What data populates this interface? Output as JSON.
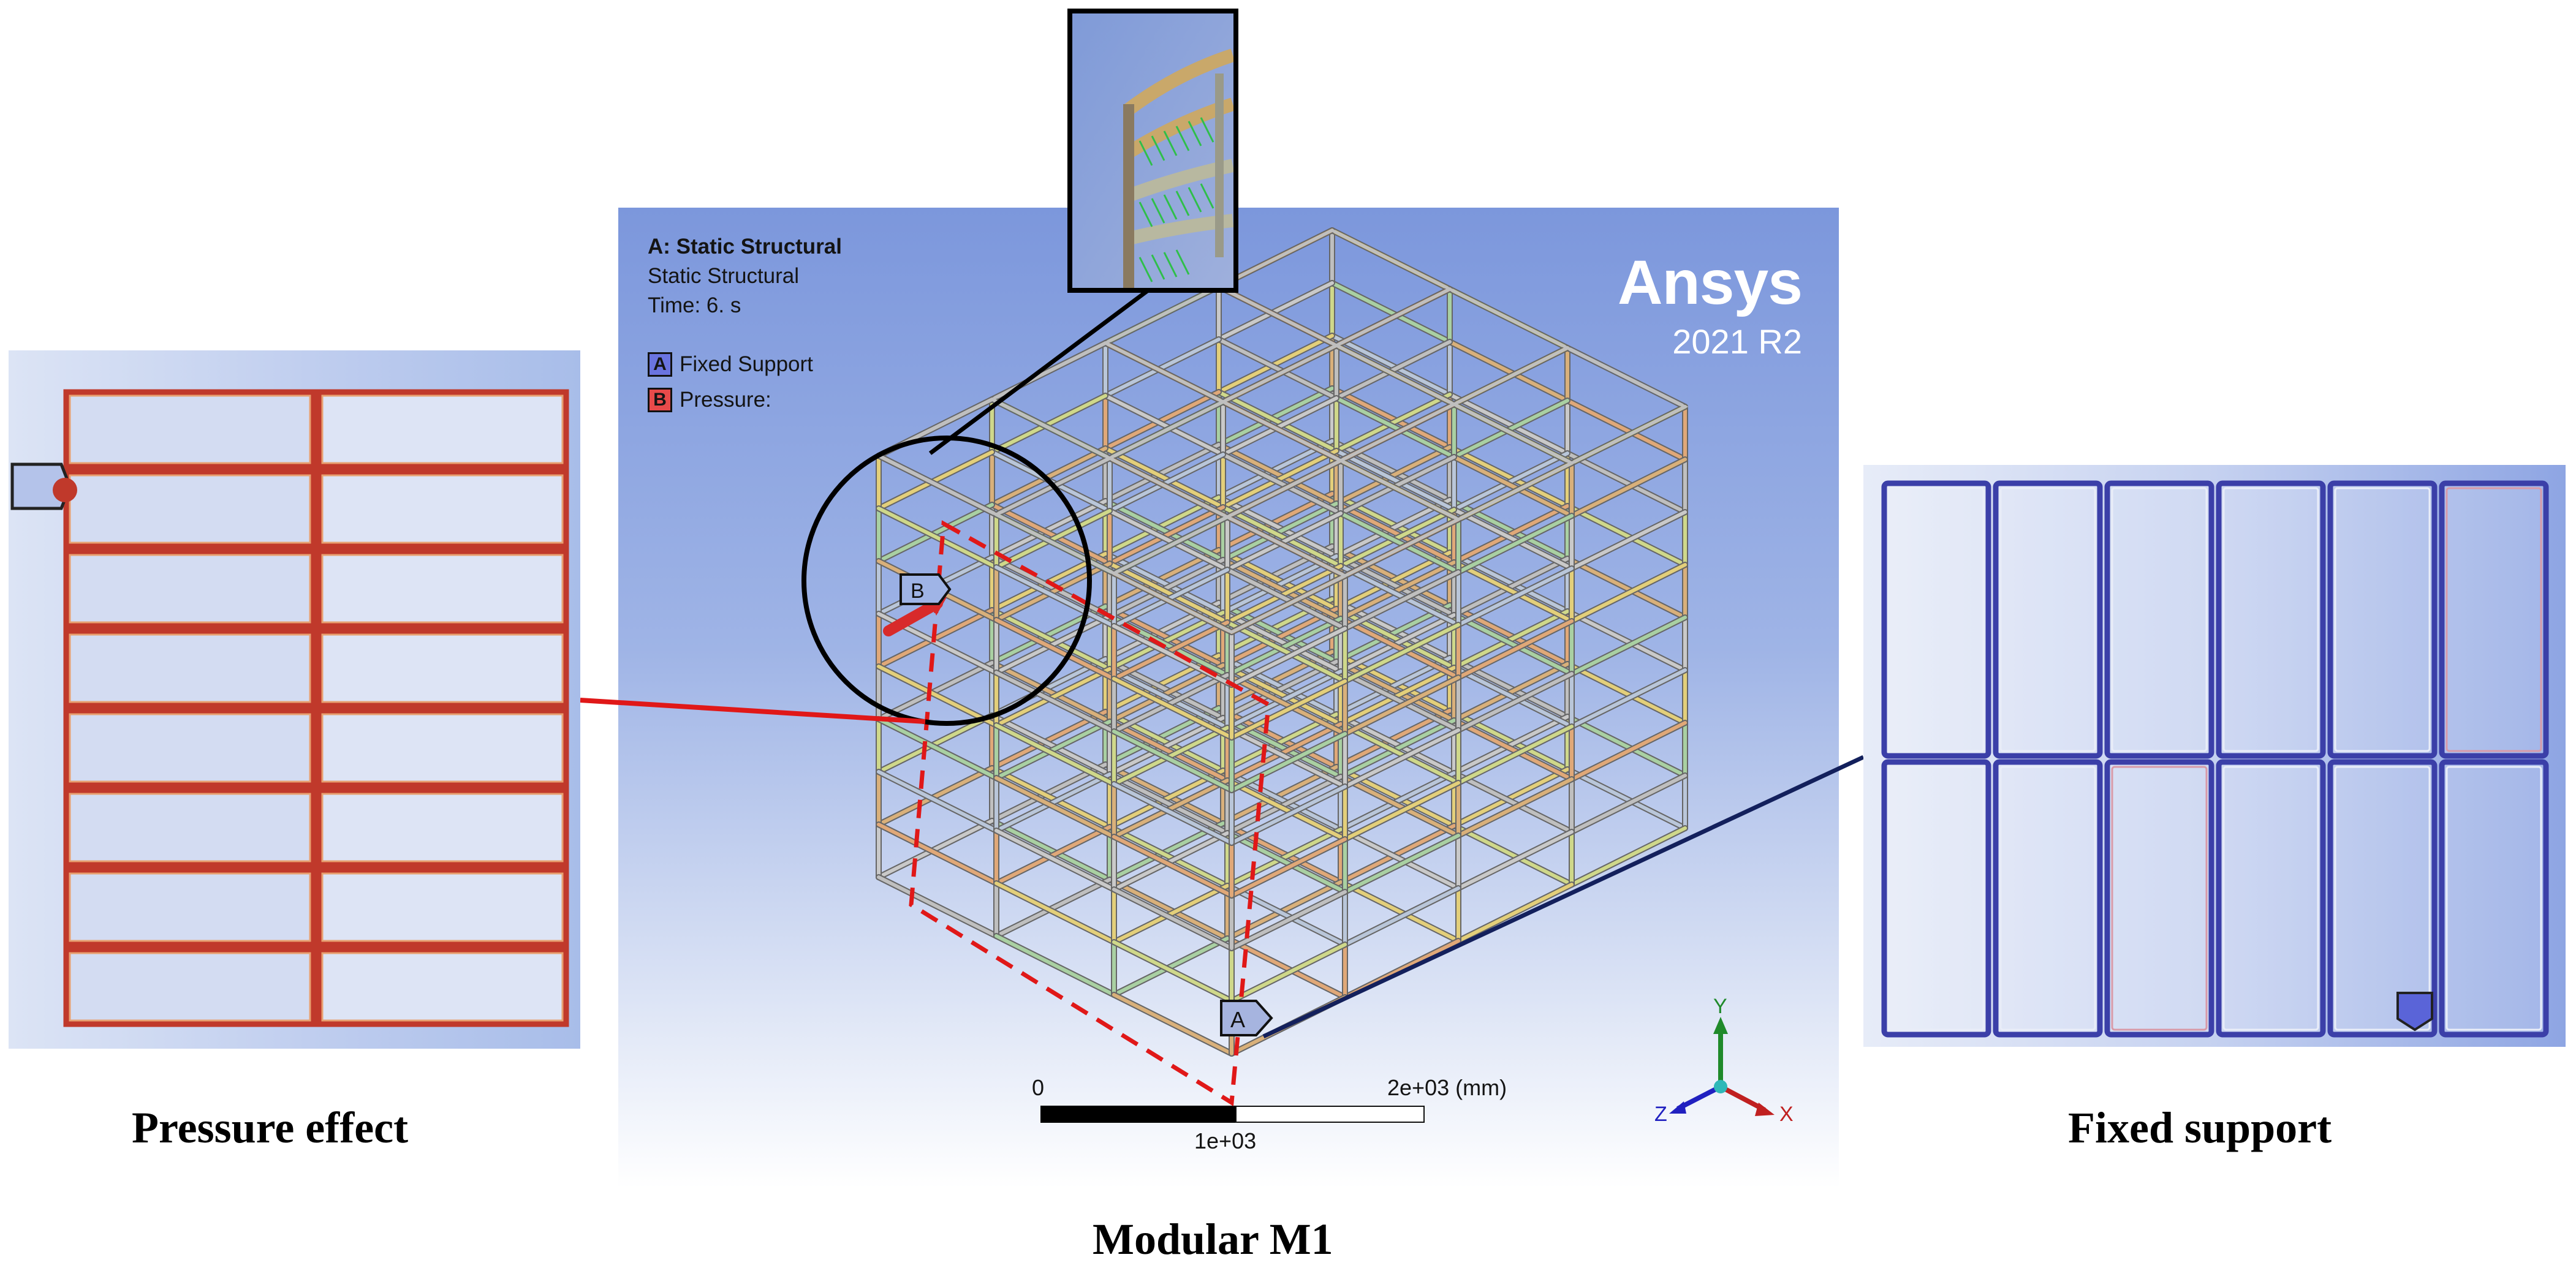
{
  "viewport": {
    "analysis_title": "A: Static Structural",
    "analysis_type": "Static Structural",
    "time": "Time: 6. s",
    "legend": [
      {
        "key": "A",
        "label": "Fixed Support",
        "color": "#5a64d8"
      },
      {
        "key": "B",
        "label": "Pressure:",
        "color": "#e53b3b"
      }
    ],
    "brand": {
      "name": "Ansys",
      "version": "2021 R2"
    },
    "markers": {
      "support": "A",
      "pressure": "B"
    },
    "scale_bar": {
      "min_label": "0",
      "mid_label": "1e+03",
      "max_label": "2e+03 (mm)"
    },
    "axes": {
      "x": "X",
      "y": "Y",
      "z": "Z"
    }
  },
  "captions": {
    "pressure": "Pressure effect",
    "support": "Fixed support",
    "model": "Modular M1"
  },
  "colors": {
    "pressure_frame": "#c0392b",
    "support_frame": "#3b3fa8",
    "callout_red": "#e01818",
    "callout_navy": "#13205c"
  }
}
